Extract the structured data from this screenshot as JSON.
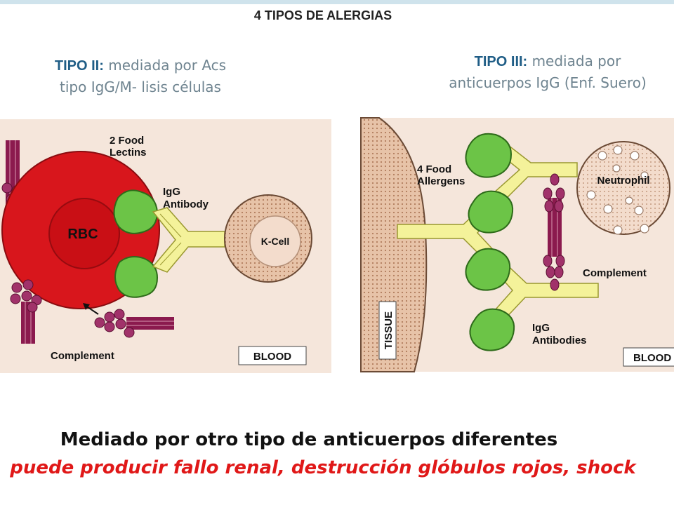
{
  "title": "4 TIPOS DE ALERGIAS",
  "left_panel": {
    "tipo_label": "TIPO II:",
    "desc_line1": "mediada por Acs",
    "desc_line2": "tipo IgG/M- lisis células",
    "labels": {
      "food_lectins_1": "2 Food",
      "food_lectins_2": "Lectins",
      "rbc": "RBC",
      "igg_1": "IgG",
      "igg_2": "Antibody",
      "kcell": "K-Cell",
      "complement": "Complement",
      "blood": "BLOOD"
    }
  },
  "right_panel": {
    "tipo_label": "TIPO III:",
    "desc_line1": "mediada por",
    "desc_line2": "anticuerpos IgG (Enf. Suero)",
    "labels": {
      "allergens_1": "4 Food",
      "allergens_2": "Allergens",
      "neutrophil": "Neutrophil",
      "complement": "Complement",
      "igg_1": "IgG",
      "igg_2": "Antibodies",
      "tissue": "TISSUE",
      "blood": "BLOOD"
    }
  },
  "caption_line1": "Mediado por otro tipo de anticuerpos diferentes",
  "caption_line2": "puede producir fallo renal, destrucción glóbulos rojos, shock",
  "colors": {
    "panel_bg": "#f5e6db",
    "rbc_red": "#d8161c",
    "antigen_green": "#6cc447",
    "antibody_yellow": "#f4f29a",
    "complement_maroon": "#8b1a4e",
    "caption_red": "#e01818"
  }
}
